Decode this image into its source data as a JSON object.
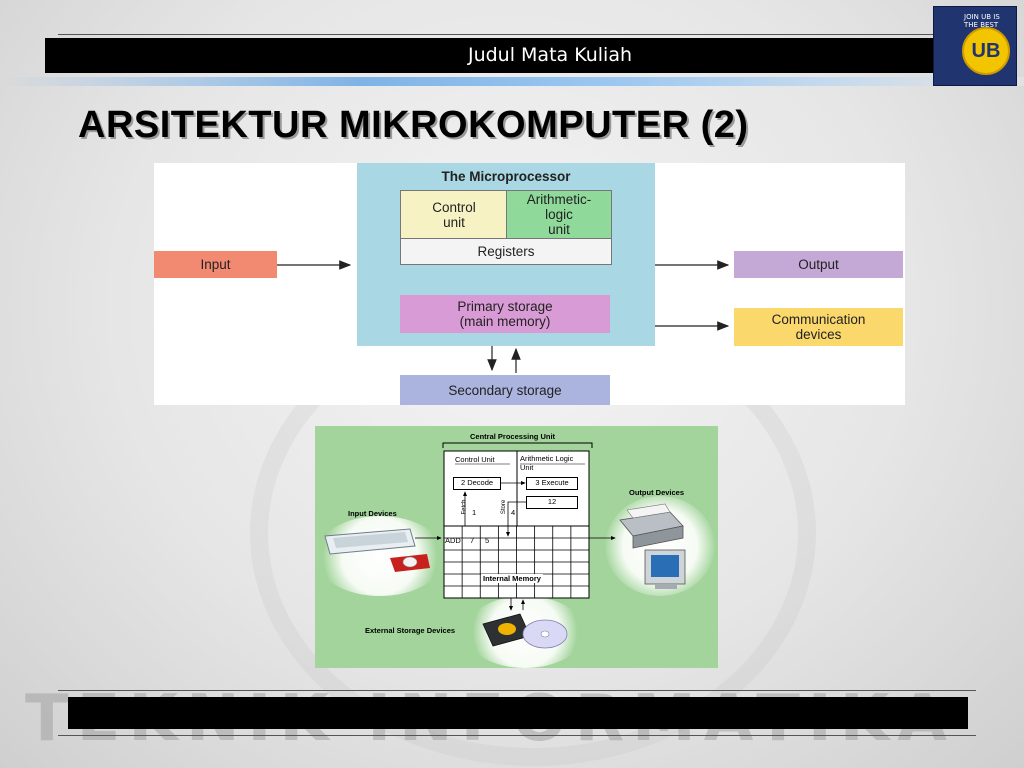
{
  "header": {
    "course_title": "Judul Mata Kuliah"
  },
  "slide": {
    "title": "ARSITEKTUR MIKROKOMPUTER (2)"
  },
  "logo": {
    "big": "UB",
    "tag": "JOIN UB IS THE BEST"
  },
  "watermark": {
    "text": "TEKNIK INFORMATIKA"
  },
  "diagram1": {
    "processor_title": "The Microprocessor",
    "control_unit": [
      "Control",
      "unit"
    ],
    "alu": [
      "Arithmetic-",
      "logic",
      "unit"
    ],
    "registers": "Registers",
    "primary_storage": [
      "Primary storage",
      "(main memory)"
    ],
    "secondary_storage": "Secondary storage",
    "input": "Input",
    "output": "Output",
    "communication": [
      "Communication",
      "devices"
    ]
  },
  "diagram2": {
    "cpu_title": "Central Processing Unit",
    "control_unit": "Control Unit",
    "alu": [
      "Arithmetic Logic",
      "Unit"
    ],
    "decode": "2  Decode",
    "execute": "3  Execute",
    "result": "12",
    "fetch": "Fetch",
    "fetch_num": "1",
    "store": "Store",
    "store_num": "4",
    "memory_cells": [
      "ADD",
      "7",
      "5"
    ],
    "internal_memory": "Internal Memory",
    "input_devices": "Input Devices",
    "output_devices": "Output Devices",
    "external_storage": "External Storage Devices"
  }
}
